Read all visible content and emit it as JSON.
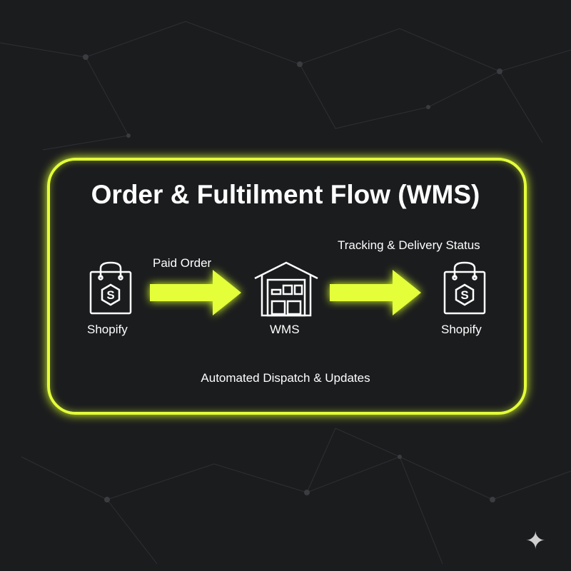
{
  "title": "Order & Fultilment Flow (WMS)",
  "nodes": [
    {
      "label": "Shopify",
      "icon": "shopping-bag-icon"
    },
    {
      "label": "WMS",
      "icon": "warehouse-icon"
    },
    {
      "label": "Shopify",
      "icon": "shopping-bag-icon"
    }
  ],
  "edges": [
    {
      "label": "Paid Order"
    },
    {
      "label": "Tracking & Delivery Status"
    }
  ],
  "footer": "Automated Dispatch & Updates",
  "accent": "#e4ff3a"
}
